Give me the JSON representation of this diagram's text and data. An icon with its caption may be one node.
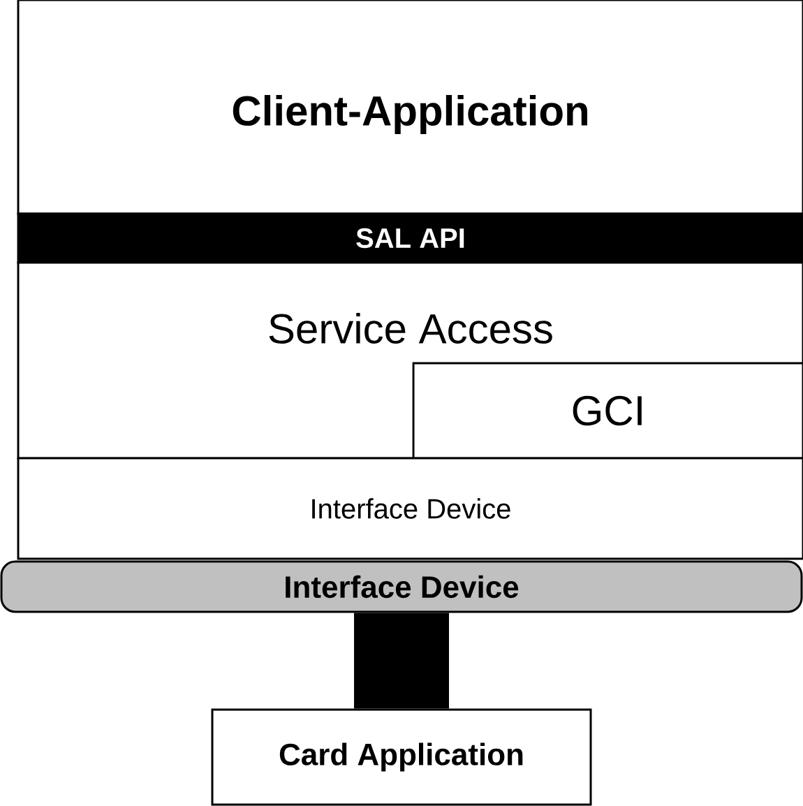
{
  "diagram": {
    "nodes": [
      {
        "text": [
          "Client-Application"
        ]
      },
      {
        "text": [
          "SAL API"
        ]
      },
      {
        "text": [
          "Service Access"
        ]
      },
      {
        "text": [
          "GCI"
        ],
        "in": 2
      },
      {
        "text": [
          "Interface Device"
        ]
      },
      {
        "text": [
          "Interface Device"
        ]
      },
      {
        "text": [
          "Card Application"
        ]
      }
    ],
    "edges": [
      {
        "from": 5,
        "to": 6,
        "arrow": "none"
      }
    ]
  }
}
